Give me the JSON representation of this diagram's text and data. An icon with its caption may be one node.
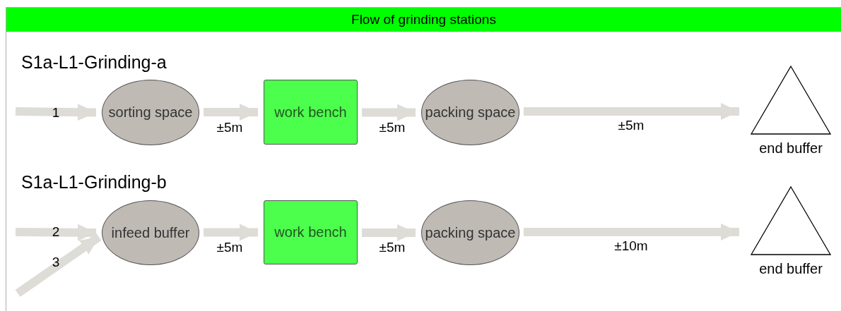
{
  "diagram": {
    "title": "Flow of grinding stations",
    "nodes": [
      {
        "text": [
          "sorting space"
        ]
      },
      {
        "text": [
          "work bench"
        ]
      },
      {
        "text": [
          "packing space"
        ]
      },
      {
        "text": [
          "end buffer"
        ]
      },
      {
        "text": [
          "infeed buffer"
        ]
      },
      {
        "text": [
          "work bench"
        ]
      },
      {
        "text": [
          "packing space"
        ]
      },
      {
        "text": [
          "end buffer"
        ]
      }
    ],
    "edges": [
      {
        "from": null,
        "to": 0,
        "arrow": "to",
        "label": "1"
      },
      {
        "from": 0,
        "to": 1,
        "arrow": "to",
        "label": "±5m"
      },
      {
        "from": 1,
        "to": 2,
        "arrow": "to",
        "label": "±5m"
      },
      {
        "from": 2,
        "to": 3,
        "arrow": "to",
        "label": "±5m"
      },
      {
        "from": null,
        "to": 4,
        "arrow": "to",
        "label": "2"
      },
      {
        "from": null,
        "to": 4,
        "arrow": "to",
        "label": "3"
      },
      {
        "from": 4,
        "to": 5,
        "arrow": "to",
        "label": "±5m"
      },
      {
        "from": 5,
        "to": 6,
        "arrow": "to",
        "label": "±5m"
      },
      {
        "from": 6,
        "to": 7,
        "arrow": "to",
        "label": "±10m"
      }
    ],
    "labels": [
      "S1a-L1-Grinding-a",
      "S1a-L1-Grinding-b"
    ]
  }
}
